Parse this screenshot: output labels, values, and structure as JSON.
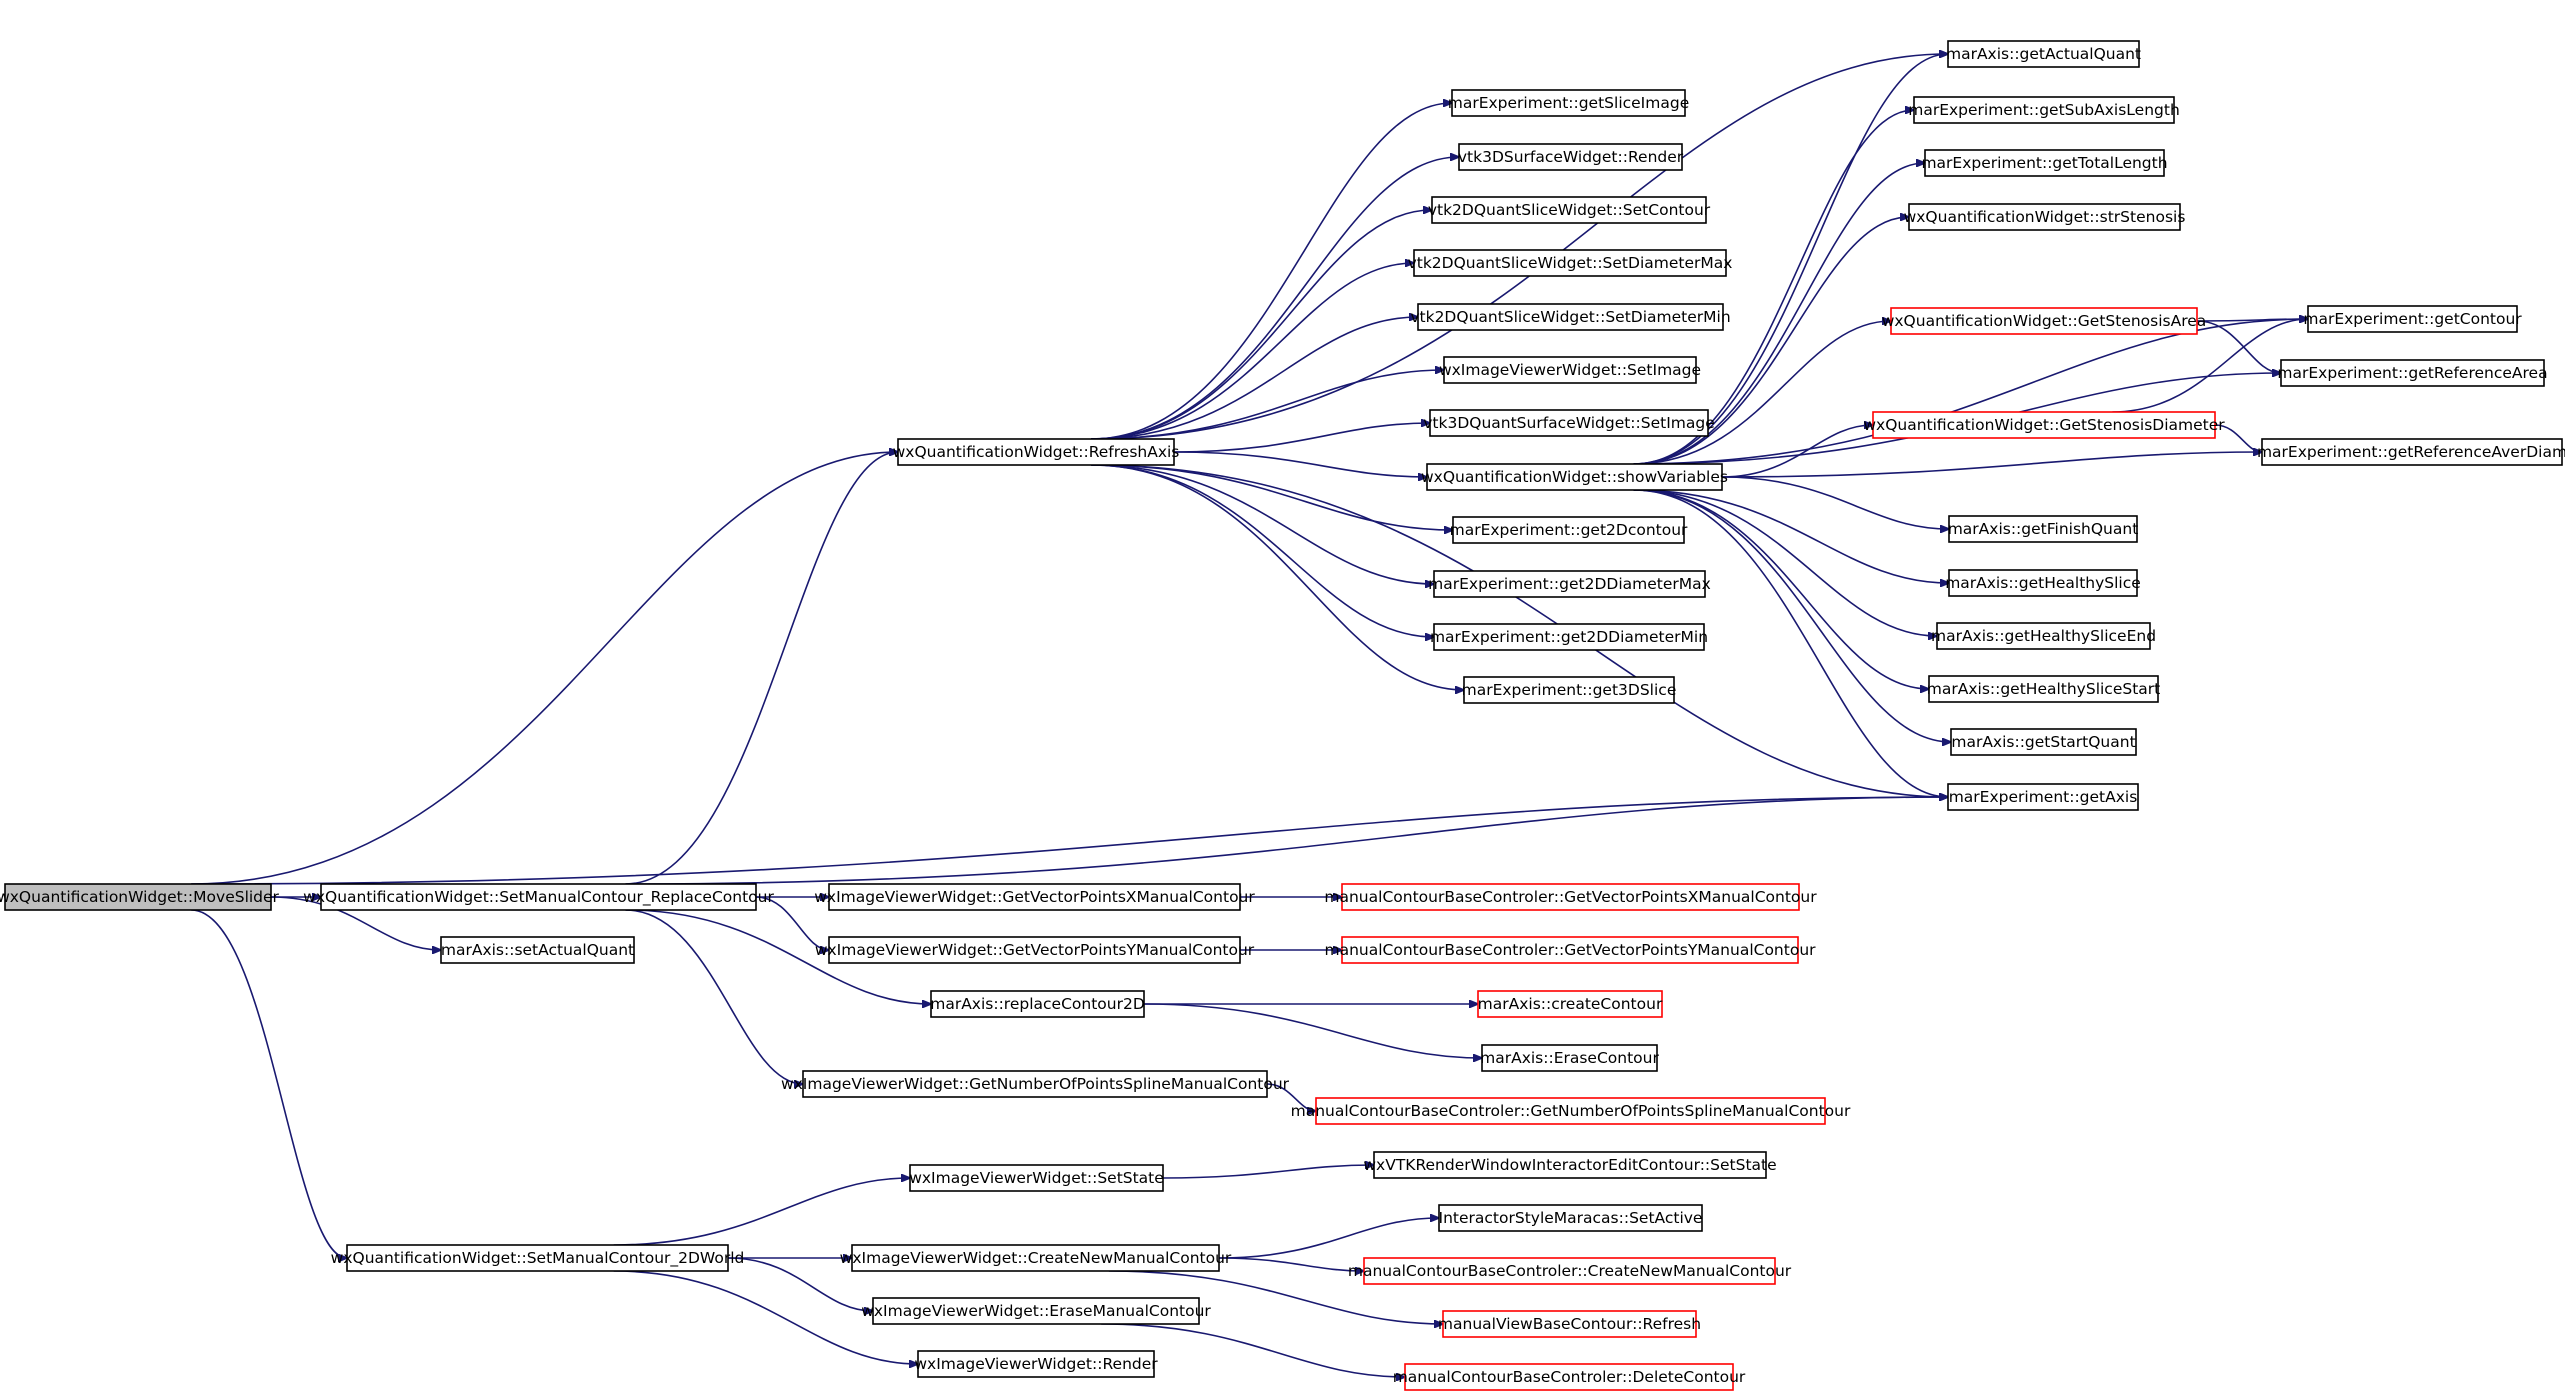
{
  "graph": {
    "edge_color": "#191970",
    "node_border_color": "#000000",
    "truncated_node_border_color": "#ff0000",
    "root_fill_color": "#bfbfbf",
    "nodes": [
      {
        "id": "n0",
        "label": "wxQuantificationWidget::MoveSlider",
        "root": true
      },
      {
        "id": "n1",
        "label": "wxQuantificationWidget::RefreshAxis"
      },
      {
        "id": "n2",
        "label": "wxQuantificationWidget::SetManualContour_ReplaceContour"
      },
      {
        "id": "n3",
        "label": "marAxis::setActualQuant"
      },
      {
        "id": "n4",
        "label": "wxQuantificationWidget::SetManualContour_2DWorld"
      },
      {
        "id": "n5",
        "label": "marAxis::getActualQuant"
      },
      {
        "id": "n6",
        "label": "marExperiment::getSliceImage"
      },
      {
        "id": "n7",
        "label": "vtk3DSurfaceWidget::Render"
      },
      {
        "id": "n8",
        "label": "vtk2DQuantSliceWidget::SetContour"
      },
      {
        "id": "n9",
        "label": "vtk2DQuantSliceWidget::SetDiameterMax"
      },
      {
        "id": "n10",
        "label": "vtk2DQuantSliceWidget::SetDiameterMin"
      },
      {
        "id": "n11",
        "label": "wxImageViewerWidget::SetImage"
      },
      {
        "id": "n12",
        "label": "vtk3DQuantSurfaceWidget::SetImage"
      },
      {
        "id": "n13",
        "label": "wxQuantificationWidget::showVariables"
      },
      {
        "id": "n14",
        "label": "marExperiment::get2Dcontour"
      },
      {
        "id": "n15",
        "label": "marExperiment::get2DDiameterMax"
      },
      {
        "id": "n16",
        "label": "marExperiment::get2DDiameterMin"
      },
      {
        "id": "n17",
        "label": "marExperiment::get3DSlice"
      },
      {
        "id": "n18",
        "label": "marExperiment::getAxis"
      },
      {
        "id": "n19",
        "label": "marExperiment::getSubAxisLength"
      },
      {
        "id": "n20",
        "label": "marExperiment::getTotalLength"
      },
      {
        "id": "n21",
        "label": "wxQuantificationWidget::strStenosis"
      },
      {
        "id": "n22",
        "label": "wxQuantificationWidget::GetStenosisArea",
        "truncated": true
      },
      {
        "id": "n23",
        "label": "wxQuantificationWidget::GetStenosisDiameter",
        "truncated": true
      },
      {
        "id": "n24",
        "label": "marAxis::getFinishQuant"
      },
      {
        "id": "n25",
        "label": "marAxis::getHealthySlice"
      },
      {
        "id": "n26",
        "label": "marAxis::getHealthySliceEnd"
      },
      {
        "id": "n27",
        "label": "marAxis::getHealthySliceStart"
      },
      {
        "id": "n28",
        "label": "marAxis::getStartQuant"
      },
      {
        "id": "n29",
        "label": "marExperiment::getContour"
      },
      {
        "id": "n30",
        "label": "marExperiment::getReferenceArea"
      },
      {
        "id": "n31",
        "label": "marExperiment::getReferenceAverDiam"
      },
      {
        "id": "n32",
        "label": "wxImageViewerWidget::GetVectorPointsXManualContour"
      },
      {
        "id": "n33",
        "label": "wxImageViewerWidget::GetVectorPointsYManualContour"
      },
      {
        "id": "n34",
        "label": "marAxis::replaceContour2D"
      },
      {
        "id": "n35",
        "label": "wxImageViewerWidget::GetNumberOfPointsSplineManualContour"
      },
      {
        "id": "n36",
        "label": "manualContourBaseControler::GetVectorPointsXManualContour",
        "truncated": true
      },
      {
        "id": "n37",
        "label": "manualContourBaseControler::GetVectorPointsYManualContour",
        "truncated": true
      },
      {
        "id": "n38",
        "label": "marAxis::createContour",
        "truncated": true
      },
      {
        "id": "n39",
        "label": "marAxis::EraseContour"
      },
      {
        "id": "n40",
        "label": "manualContourBaseControler::GetNumberOfPointsSplineManualContour",
        "truncated": true
      },
      {
        "id": "n41",
        "label": "wxImageViewerWidget::SetState"
      },
      {
        "id": "n42",
        "label": "wxImageViewerWidget::CreateNewManualContour"
      },
      {
        "id": "n43",
        "label": "wxImageViewerWidget::EraseManualContour"
      },
      {
        "id": "n44",
        "label": "wxImageViewerWidget::Render"
      },
      {
        "id": "n45",
        "label": "wxVTKRenderWindowInteractorEditContour::SetState"
      },
      {
        "id": "n46",
        "label": "InteractorStyleMaracas::SetActive"
      },
      {
        "id": "n47",
        "label": "manualContourBaseControler::CreateNewManualContour",
        "truncated": true
      },
      {
        "id": "n48",
        "label": "manualViewBaseContour::Refresh",
        "truncated": true
      },
      {
        "id": "n49",
        "label": "manualContourBaseControler::DeleteContour",
        "truncated": true
      }
    ],
    "edges": [
      [
        "n0",
        "n1"
      ],
      [
        "n0",
        "n2"
      ],
      [
        "n0",
        "n3"
      ],
      [
        "n0",
        "n4"
      ],
      [
        "n0",
        "n18"
      ],
      [
        "n1",
        "n5"
      ],
      [
        "n1",
        "n6"
      ],
      [
        "n1",
        "n7"
      ],
      [
        "n1",
        "n8"
      ],
      [
        "n1",
        "n9"
      ],
      [
        "n1",
        "n10"
      ],
      [
        "n1",
        "n11"
      ],
      [
        "n1",
        "n12"
      ],
      [
        "n1",
        "n13"
      ],
      [
        "n1",
        "n14"
      ],
      [
        "n1",
        "n15"
      ],
      [
        "n1",
        "n16"
      ],
      [
        "n1",
        "n17"
      ],
      [
        "n1",
        "n18"
      ],
      [
        "n13",
        "n5"
      ],
      [
        "n13",
        "n19"
      ],
      [
        "n13",
        "n20"
      ],
      [
        "n13",
        "n21"
      ],
      [
        "n13",
        "n22"
      ],
      [
        "n13",
        "n23"
      ],
      [
        "n13",
        "n29"
      ],
      [
        "n13",
        "n30"
      ],
      [
        "n13",
        "n31"
      ],
      [
        "n13",
        "n24"
      ],
      [
        "n13",
        "n25"
      ],
      [
        "n13",
        "n26"
      ],
      [
        "n13",
        "n27"
      ],
      [
        "n13",
        "n28"
      ],
      [
        "n13",
        "n18"
      ],
      [
        "n22",
        "n29"
      ],
      [
        "n22",
        "n30"
      ],
      [
        "n23",
        "n29"
      ],
      [
        "n23",
        "n31"
      ],
      [
        "n2",
        "n1"
      ],
      [
        "n2",
        "n18"
      ],
      [
        "n2",
        "n32"
      ],
      [
        "n2",
        "n33"
      ],
      [
        "n2",
        "n34"
      ],
      [
        "n2",
        "n35"
      ],
      [
        "n32",
        "n36"
      ],
      [
        "n33",
        "n37"
      ],
      [
        "n34",
        "n38"
      ],
      [
        "n34",
        "n39"
      ],
      [
        "n35",
        "n40"
      ],
      [
        "n4",
        "n41"
      ],
      [
        "n4",
        "n42"
      ],
      [
        "n4",
        "n43"
      ],
      [
        "n4",
        "n44"
      ],
      [
        "n41",
        "n45"
      ],
      [
        "n42",
        "n46"
      ],
      [
        "n42",
        "n47"
      ],
      [
        "n42",
        "n48"
      ],
      [
        "n43",
        "n49"
      ]
    ]
  }
}
